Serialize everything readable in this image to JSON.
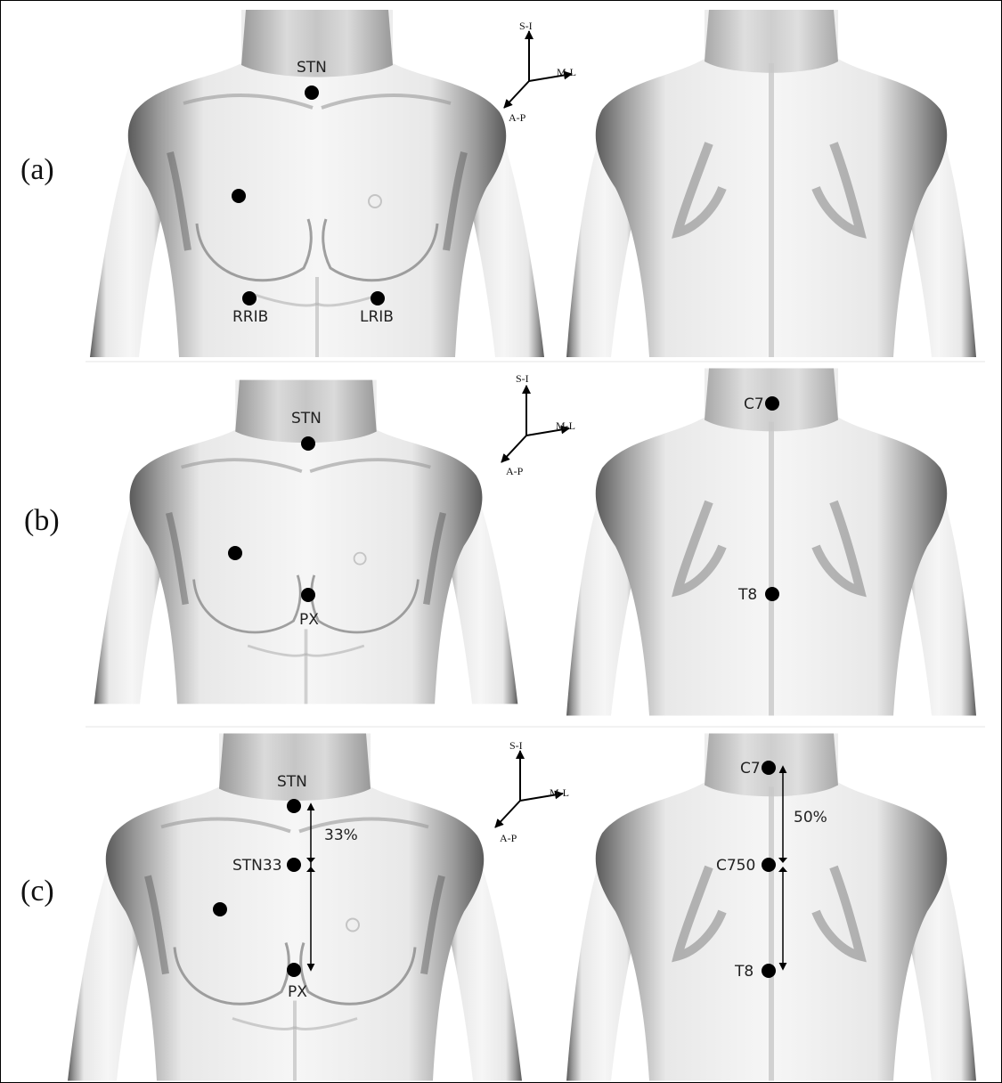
{
  "rows": [
    {
      "label": "(a)",
      "anterior_markers": [
        "STN",
        "RRIB",
        "LRIB"
      ],
      "posterior_markers": [],
      "axes": {
        "vertical": "S-I",
        "horizontal": "M-L",
        "depth": "A-P"
      }
    },
    {
      "label": "(b)",
      "anterior_markers": [
        "STN",
        "PX"
      ],
      "posterior_markers": [
        "C7",
        "T8"
      ],
      "axes": {
        "vertical": "S-I",
        "horizontal": "M-L",
        "depth": "A-P"
      }
    },
    {
      "label": "(c)",
      "anterior_markers": [
        "STN",
        "STN33",
        "PX"
      ],
      "posterior_markers": [
        "C7",
        "C750",
        "T8"
      ],
      "anterior_percentage": "33%",
      "posterior_percentage": "50%",
      "axes": {
        "vertical": "S-I",
        "horizontal": "M-L",
        "depth": "A-P"
      }
    }
  ]
}
